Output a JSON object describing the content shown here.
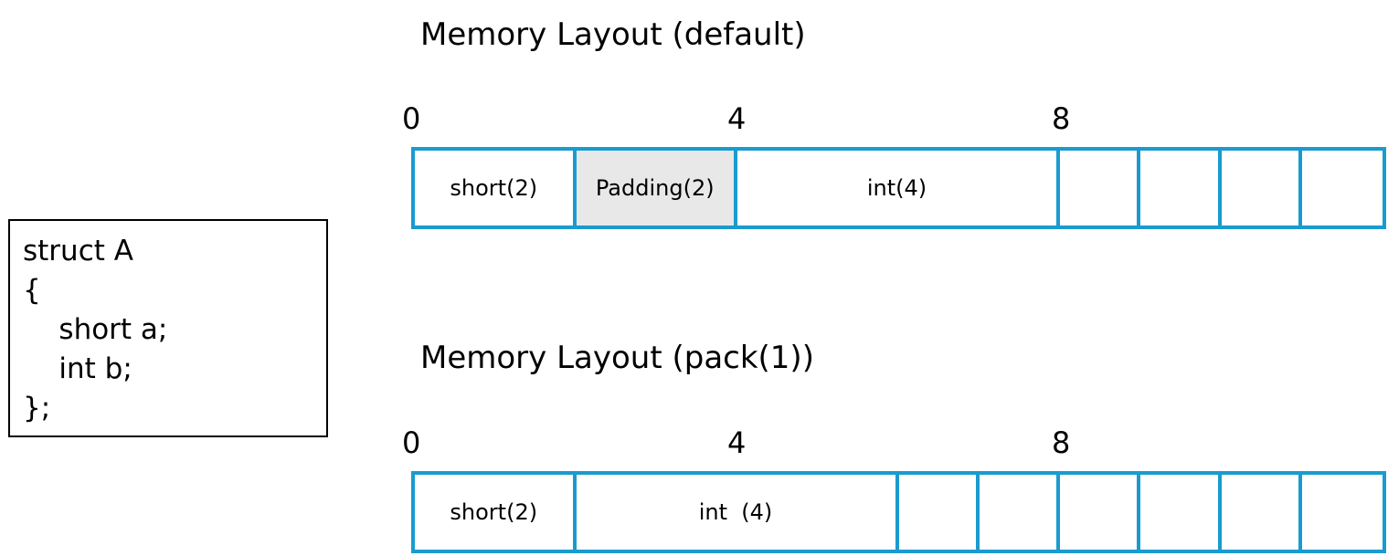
{
  "code": {
    "lines": [
      "struct A",
      "{",
      "    short a;",
      "    int b;",
      "};"
    ]
  },
  "layouts": [
    {
      "title": "Memory Layout (default)",
      "offsets": [
        "0",
        "4",
        "8"
      ],
      "cells": [
        {
          "label": "short(2)",
          "bytes": 2,
          "fill": "#ffffff"
        },
        {
          "label": "Padding(2)",
          "bytes": 2,
          "fill": "#e8e8e8"
        },
        {
          "label": "int(4)",
          "bytes": 4,
          "fill": "#ffffff"
        },
        {
          "label": "",
          "bytes": 1,
          "fill": "#ffffff"
        },
        {
          "label": "",
          "bytes": 1,
          "fill": "#ffffff"
        },
        {
          "label": "",
          "bytes": 1,
          "fill": "#ffffff"
        },
        {
          "label": "",
          "bytes": 1,
          "fill": "#ffffff"
        }
      ]
    },
    {
      "title": "Memory Layout (pack(1))",
      "offsets": [
        "0",
        "4",
        "8"
      ],
      "cells": [
        {
          "label": "short(2)",
          "bytes": 2,
          "fill": "#ffffff"
        },
        {
          "label": "int  (4)",
          "bytes": 4,
          "fill": "#ffffff"
        },
        {
          "label": "",
          "bytes": 1,
          "fill": "#ffffff"
        },
        {
          "label": "",
          "bytes": 1,
          "fill": "#ffffff"
        },
        {
          "label": "",
          "bytes": 1,
          "fill": "#ffffff"
        },
        {
          "label": "",
          "bytes": 1,
          "fill": "#ffffff"
        },
        {
          "label": "",
          "bytes": 1,
          "fill": "#ffffff"
        },
        {
          "label": "",
          "bytes": 1,
          "fill": "#ffffff"
        }
      ]
    }
  ],
  "colors": {
    "cell_border": "#1a9bcf",
    "padding_fill": "#e8e8e8"
  }
}
